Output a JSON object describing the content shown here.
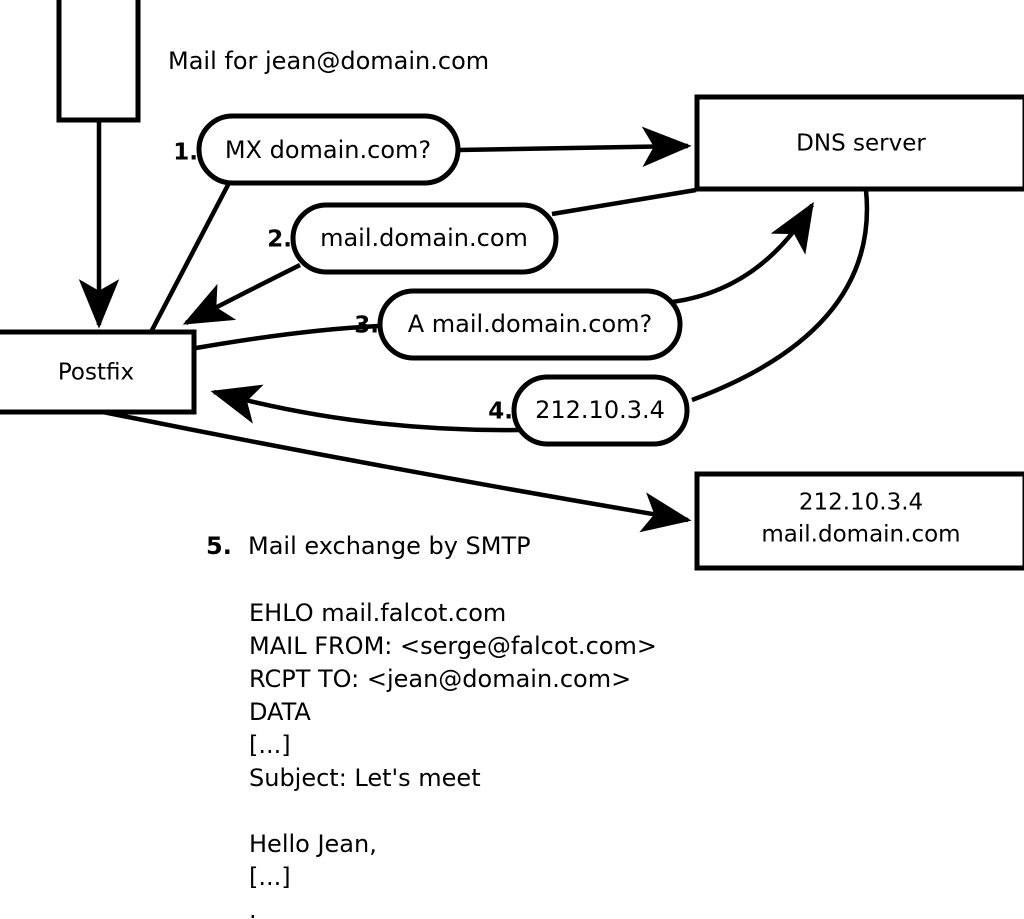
{
  "diagram": {
    "title": "Mail for jean@domain.com",
    "nodes": {
      "sender_client": {
        "label": ""
      },
      "postfix": {
        "label": "Postfix"
      },
      "dns_server": {
        "label": "DNS server"
      },
      "remote_mail_server": {
        "line1": "212.10.3.4",
        "line2": "mail.domain.com"
      }
    },
    "steps": [
      {
        "num": "1.",
        "label": "MX domain.com?"
      },
      {
        "num": "2.",
        "label": "mail.domain.com"
      },
      {
        "num": "3.",
        "label": "A mail.domain.com?"
      },
      {
        "num": "4.",
        "label": "212.10.3.4"
      }
    ],
    "step5": {
      "num": "5.",
      "label": "Mail exchange by SMTP"
    },
    "transcript": [
      "EHLO mail.falcot.com",
      "MAIL FROM: <serge@falcot.com>",
      "RCPT TO: <jean@domain.com>",
      "DATA",
      "[...]",
      "Subject: Let's meet",
      "",
      "Hello Jean,",
      "[...]",
      "."
    ],
    "colors": {
      "stroke": "#000000",
      "fill": "#ffffff"
    }
  }
}
